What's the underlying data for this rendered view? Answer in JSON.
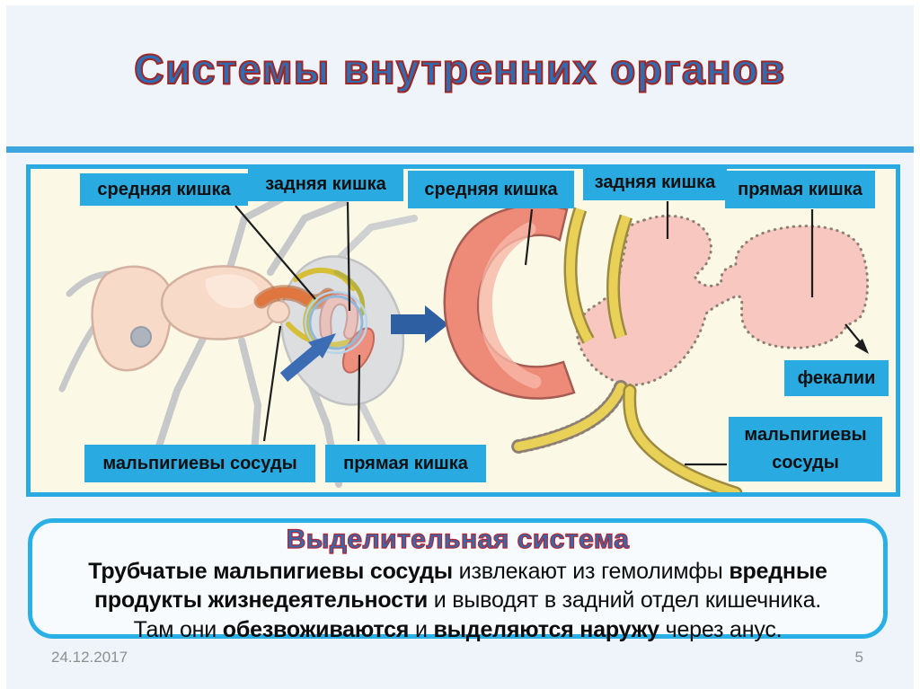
{
  "header": {
    "title": "Системы внутренних органов"
  },
  "diagram": {
    "labels": {
      "ant_midgut": "средняя кишка",
      "ant_hindgut": "задняя кишка",
      "gut_midgut": "средняя кишка",
      "gut_hindgut": "задняя кишка",
      "gut_rectum": "прямая кишка",
      "ant_malpighian": "мальпигиевы сосуды",
      "ant_rectum": "прямая кишка",
      "feces": "фекалии",
      "gut_malpighian_line1": "мальпигиевы",
      "gut_malpighian_line2": "сосуды"
    },
    "icons": {
      "transition_arrow": "right-arrow",
      "zoom_arrow": "up-right-arrow",
      "feces_arrow": "down-right-arrow",
      "magnifier": "magnifier-circle"
    },
    "colors": {
      "label_bg": "#29abe2",
      "box_border": "#29abe2",
      "canvas_bg": "#fbf9e6",
      "midgut": "#ee8a78",
      "hindgut": "#f8c7bf",
      "tubules": "#e9d158",
      "arrow_blue": "#2e5fa3"
    }
  },
  "info_box": {
    "title": "Выделительная система",
    "seg1": "Трубчатые мальпигиевы сосуды",
    "seg2": " извлекают из гемолимфы ",
    "seg3": "вредные",
    "seg4": "продукты жизнедеятельности",
    "seg5": " и выводят в задний отдел кишечника.",
    "seg6": "Там они ",
    "seg7": "обезвоживаются",
    "seg8": " и ",
    "seg9": "выделяются наружу",
    "seg10": " через анус."
  },
  "footer": {
    "date": "24.12.2017",
    "page": "5"
  }
}
